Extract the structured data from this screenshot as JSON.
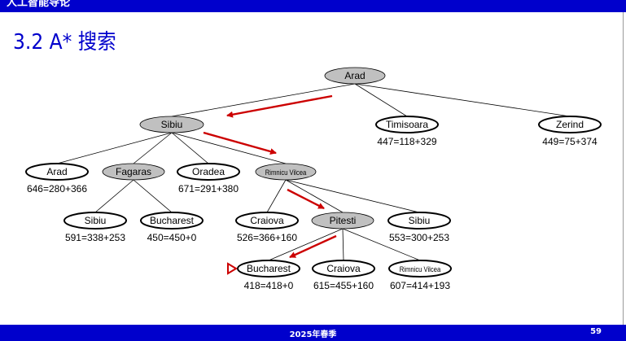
{
  "header": {
    "course": "人工智能导论"
  },
  "slide": {
    "title": "3.2 A* 搜索"
  },
  "colors": {
    "bar": "#0000cc",
    "arrow": "#cc0000",
    "expanded_fill": "#c0c0c0",
    "open_fill": "#ffffff"
  },
  "tree": {
    "nodes": [
      {
        "id": "arad-root",
        "label": "Arad",
        "f": "",
        "expanded": true
      },
      {
        "id": "sibiu",
        "label": "Sibiu",
        "f": "",
        "expanded": true
      },
      {
        "id": "timisoara",
        "label": "Timisoara",
        "f": "447=118+329",
        "expanded": false
      },
      {
        "id": "zerind",
        "label": "Zerind",
        "f": "449=75+374",
        "expanded": false
      },
      {
        "id": "arad-2",
        "label": "Arad",
        "f": "646=280+366",
        "expanded": false
      },
      {
        "id": "fagaras",
        "label": "Fagaras",
        "f": "",
        "expanded": true
      },
      {
        "id": "oradea",
        "label": "Oradea",
        "f": "671=291+380",
        "expanded": false
      },
      {
        "id": "rimnicu",
        "label": "Rimnicu Vilcea",
        "f": "",
        "expanded": true
      },
      {
        "id": "sibiu-2",
        "label": "Sibiu",
        "f": "591=338+253",
        "expanded": false
      },
      {
        "id": "bucharest-1",
        "label": "Bucharest",
        "f": "450=450+0",
        "expanded": false
      },
      {
        "id": "craiova",
        "label": "Craiova",
        "f": "526=366+160",
        "expanded": false
      },
      {
        "id": "pitesti",
        "label": "Pitesti",
        "f": "",
        "expanded": true
      },
      {
        "id": "sibiu-3",
        "label": "Sibiu",
        "f": "553=300+253",
        "expanded": false
      },
      {
        "id": "bucharest-2",
        "label": "Bucharest",
        "f": "418=418+0",
        "expanded": false
      },
      {
        "id": "craiova-2",
        "label": "Craiova",
        "f": "615=455+160",
        "expanded": false
      },
      {
        "id": "rimnicu-2",
        "label": "Rimnicu Vilcea",
        "f": "607=414+193",
        "expanded": false
      }
    ],
    "edges": [
      [
        "arad-root",
        "sibiu"
      ],
      [
        "arad-root",
        "timisoara"
      ],
      [
        "arad-root",
        "zerind"
      ],
      [
        "sibiu",
        "arad-2"
      ],
      [
        "sibiu",
        "fagaras"
      ],
      [
        "sibiu",
        "oradea"
      ],
      [
        "sibiu",
        "rimnicu"
      ],
      [
        "fagaras",
        "sibiu-2"
      ],
      [
        "fagaras",
        "bucharest-1"
      ],
      [
        "rimnicu",
        "craiova"
      ],
      [
        "rimnicu",
        "pitesti"
      ],
      [
        "rimnicu",
        "sibiu-3"
      ],
      [
        "pitesti",
        "bucharest-2"
      ],
      [
        "pitesti",
        "craiova-2"
      ],
      [
        "pitesti",
        "rimnicu-2"
      ]
    ],
    "path_arrows": [
      [
        "arad-root",
        "sibiu"
      ],
      [
        "sibiu",
        "rimnicu"
      ],
      [
        "rimnicu",
        "pitesti"
      ],
      [
        "pitesti",
        "bucharest-2"
      ]
    ],
    "goal_marker": "bucharest-2"
  },
  "footer": {
    "term": "2025年春季",
    "page": "59"
  }
}
